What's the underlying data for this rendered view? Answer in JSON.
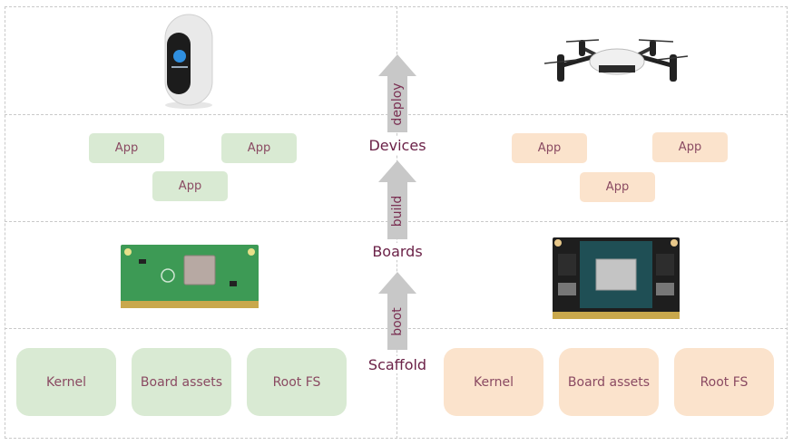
{
  "center_labels": {
    "devices": "Devices",
    "boards": "Boards",
    "scaffold": "Scaffold"
  },
  "arrows": {
    "deploy": "deploy",
    "build": "build",
    "boot": "boot"
  },
  "left_column": {
    "theme_color": "#d9ead3",
    "device_image": "smart-speaker",
    "board_image": "raspberry-pi-compute-module",
    "apps": [
      "App",
      "App",
      "App"
    ],
    "scaffold": [
      "Kernel",
      "Board assets",
      "Root FS"
    ]
  },
  "right_column": {
    "theme_color": "#fbe3cc",
    "device_image": "quadcopter-drone",
    "board_image": "nvidia-jetson-module",
    "apps": [
      "App",
      "App",
      "App"
    ],
    "scaffold": [
      "Kernel",
      "Board assets",
      "Root FS"
    ]
  },
  "colors": {
    "text": "#8a4a62",
    "label": "#6b2248",
    "arrow": "#c8c8c8",
    "grid": "#c9c9c9"
  }
}
